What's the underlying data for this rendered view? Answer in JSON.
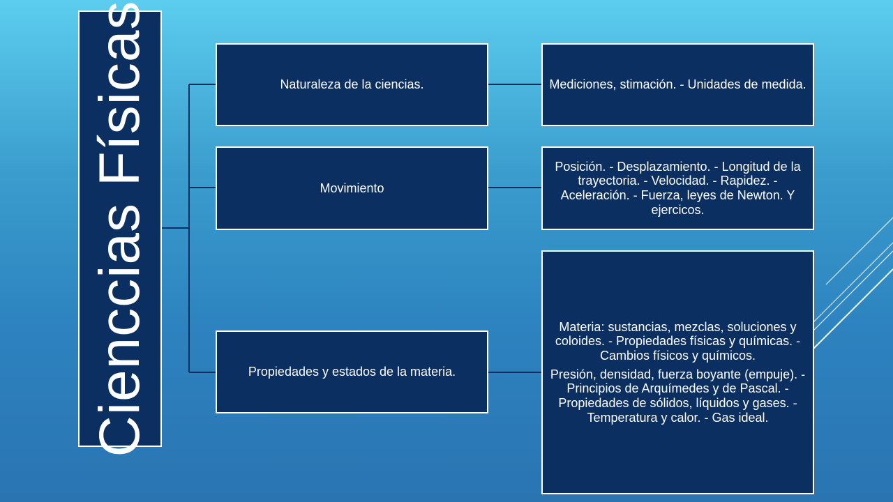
{
  "diagram": {
    "root": {
      "label": "Cienccias Físicas"
    },
    "topics": [
      {
        "label": "Naturaleza de la ciencias.",
        "details": [
          "Mediciones, stimación. - Unidades de medida."
        ]
      },
      {
        "label": "Movimiento",
        "details": [
          "Posición. - Desplazamiento. - Longitud de la trayectoria. - Velocidad. - Rapidez. - Aceleración. - Fuerza, leyes de Newton. Y ejercicos."
        ]
      },
      {
        "label": "Propiedades y estados de la materia.",
        "details": [
          "Materia: sustancias, mezclas, soluciones y coloides. - Propiedades físicas y químicas. - Cambios físicos y químicos.",
          "Presión, densidad, fuerza boyante (empuje). - Principios de Arquímedes y de Pascal. - Propiedades de sólidos, líquidos y gases. - Temperatura y calor. - Gas ideal."
        ]
      }
    ]
  },
  "colors": {
    "box_fill": "#0b2f60",
    "box_border": "#ffffff",
    "connector": "#0b2f60",
    "text": "#ffffff"
  }
}
